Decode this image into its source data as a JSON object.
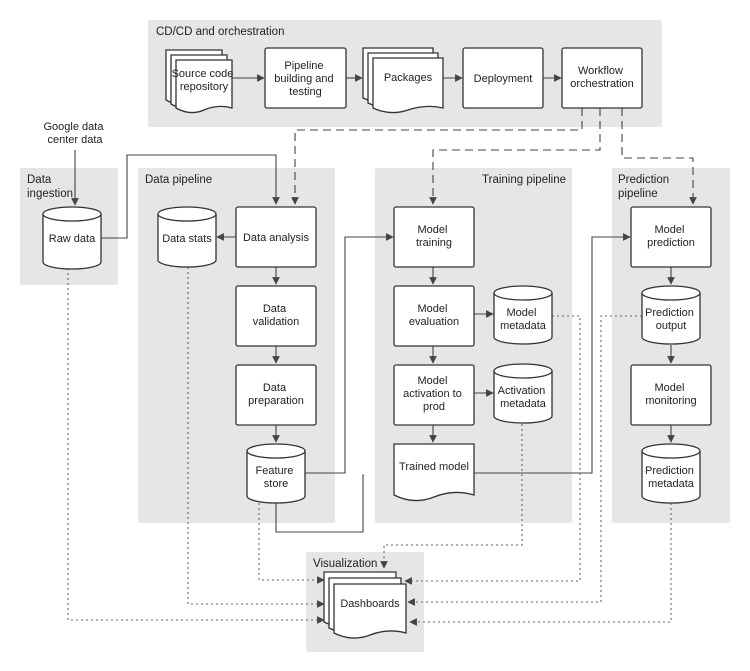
{
  "groups": {
    "cicd": "CD/CD and orchestration",
    "ingestion": [
      "Data",
      "ingestion"
    ],
    "data_pipeline": "Data pipeline",
    "training": "Training pipeline",
    "prediction": [
      "Prediction",
      "pipeline"
    ],
    "visualization": "Visualization"
  },
  "nodes": {
    "source_code": [
      "Source code",
      "repository"
    ],
    "pipeline_building": [
      "Pipeline",
      "building and",
      "testing"
    ],
    "packages": [
      "Packages"
    ],
    "deployment": [
      "Deployment"
    ],
    "workflow": [
      "Workflow",
      "orchestration"
    ],
    "google_data": [
      "Google data",
      "center data"
    ],
    "raw_data": [
      "Raw data"
    ],
    "data_stats": [
      "Data stats"
    ],
    "data_analysis": [
      "Data analysis"
    ],
    "data_validation": [
      "Data",
      "validation"
    ],
    "data_preparation": [
      "Data",
      "preparation"
    ],
    "feature_store": [
      "Feature",
      "store"
    ],
    "model_training": [
      "Model",
      "training"
    ],
    "model_evaluation": [
      "Model",
      "evaluation"
    ],
    "model_metadata": [
      "Model",
      "metadata"
    ],
    "model_activation": [
      "Model",
      "activation to",
      "prod"
    ],
    "activation_metadata": [
      "Activation",
      "metadata"
    ],
    "trained_model": [
      "Trained model"
    ],
    "model_prediction": [
      "Model",
      "prediction"
    ],
    "prediction_output": [
      "Prediction",
      "output"
    ],
    "model_monitoring": [
      "Model",
      "monitoring"
    ],
    "prediction_metadata": [
      "Prediction",
      "metadata"
    ],
    "dashboards": [
      "Dashboards"
    ]
  }
}
